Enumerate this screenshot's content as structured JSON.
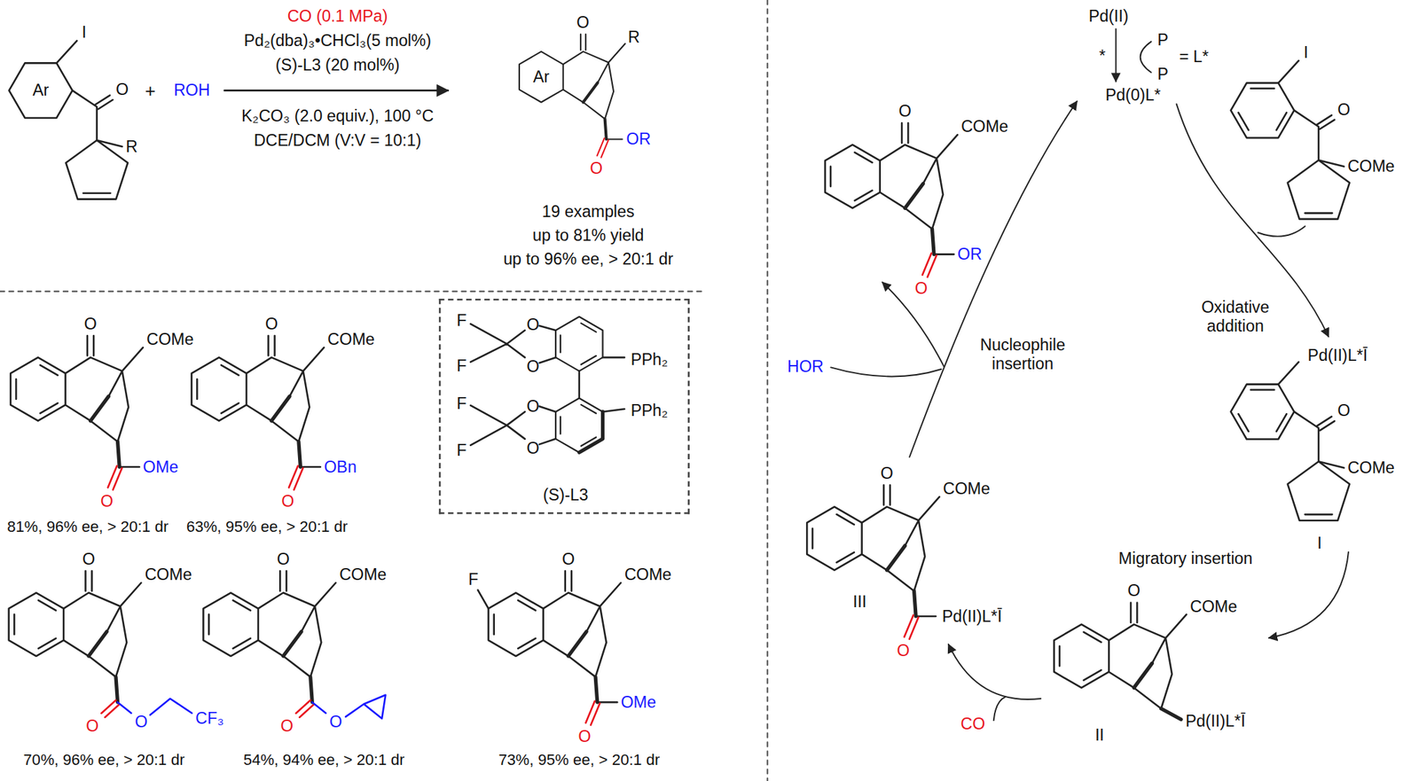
{
  "diagram": {
    "nodes": [
      {
        "text": [
          "F",
          "F",
          "O",
          "O",
          "F",
          "F",
          "O",
          "O",
          "PPh₂",
          "PPh₂",
          "(S)-L3"
        ]
      }
    ],
    "labels": [
      "CO (0.1 MPa)",
      "Pd₂(dba)₃•CHCl₃(5 mol%)",
      "(S)-L3 (20 mol%)",
      "K₂CO₃ (2.0 equiv.), 100 °C",
      "DCE/DCM (V:V = 10:1)",
      "Ar",
      "I",
      "O",
      "R",
      "+",
      "ROH",
      "Ar",
      "O",
      "R",
      "O",
      "OR",
      "19 examples",
      "up to 81% yield",
      "up to 96% ee, > 20:1 dr",
      "O",
      "COMe",
      "O",
      "OMe",
      "81%, 96% ee, > 20:1 dr",
      "O",
      "COMe",
      "O",
      "OBn",
      "63%, 95% ee, > 20:1 dr",
      "O",
      "COMe",
      "O",
      "O",
      "CF₃",
      "70%, 96% ee, > 20:1 dr",
      "O",
      "COMe",
      "O",
      "O",
      "54%, 94% ee, > 20:1 dr",
      "F",
      "O",
      "COMe",
      "O",
      "OMe",
      "73%, 95% ee, > 20:1  dr",
      "Pd(II)",
      "*",
      "P",
      "P",
      "= L*",
      "Pd(0)L*",
      "I",
      "O",
      "COMe",
      "Oxidative addition",
      "Pd(II)L*Ī",
      "O",
      "COMe",
      "I",
      "Migratory insertion",
      "O",
      "COMe",
      "Pd(II)L*Ī",
      "II",
      "CO",
      "O",
      "COMe",
      "O",
      "Pd(II)L*Ī",
      "III",
      "Nucleophile insertion",
      "HOR",
      "O",
      "COMe",
      "O",
      "OR"
    ]
  }
}
